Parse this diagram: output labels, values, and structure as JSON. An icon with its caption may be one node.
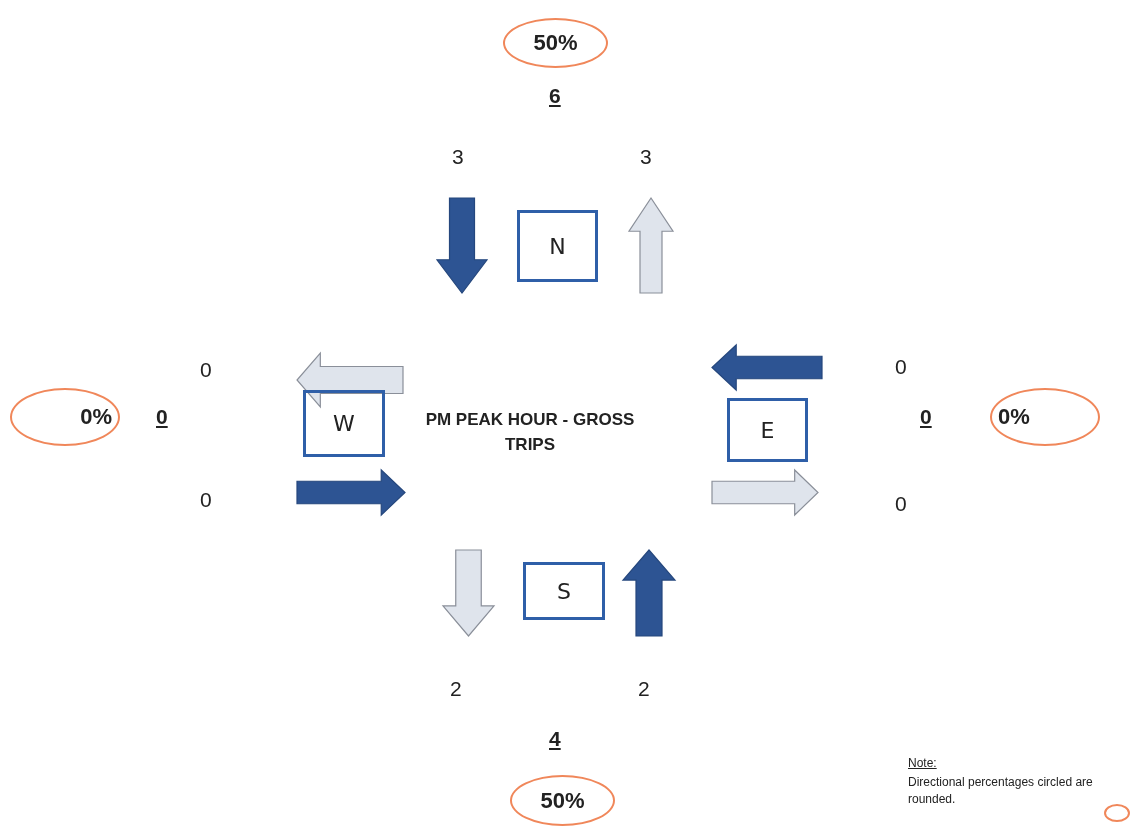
{
  "diagram": {
    "nodes": [
      {
        "text": [
          "50%"
        ]
      },
      {
        "text": [
          "N"
        ]
      },
      {
        "text": [
          "0%"
        ]
      },
      {
        "text": [
          "W"
        ]
      },
      {
        "text": [
          "E"
        ]
      },
      {
        "text": [
          "0%"
        ]
      },
      {
        "text": [
          "S"
        ]
      },
      {
        "text": [
          "50%"
        ]
      }
    ],
    "labels": [
      "6",
      "3",
      "3",
      "0",
      "0",
      "0",
      "PM PEAK HOUR - GROSS TRIPS",
      "0",
      "0",
      "0",
      "2",
      "2",
      "4",
      "Note:",
      "Directional percentages circled are rounded."
    ]
  }
}
